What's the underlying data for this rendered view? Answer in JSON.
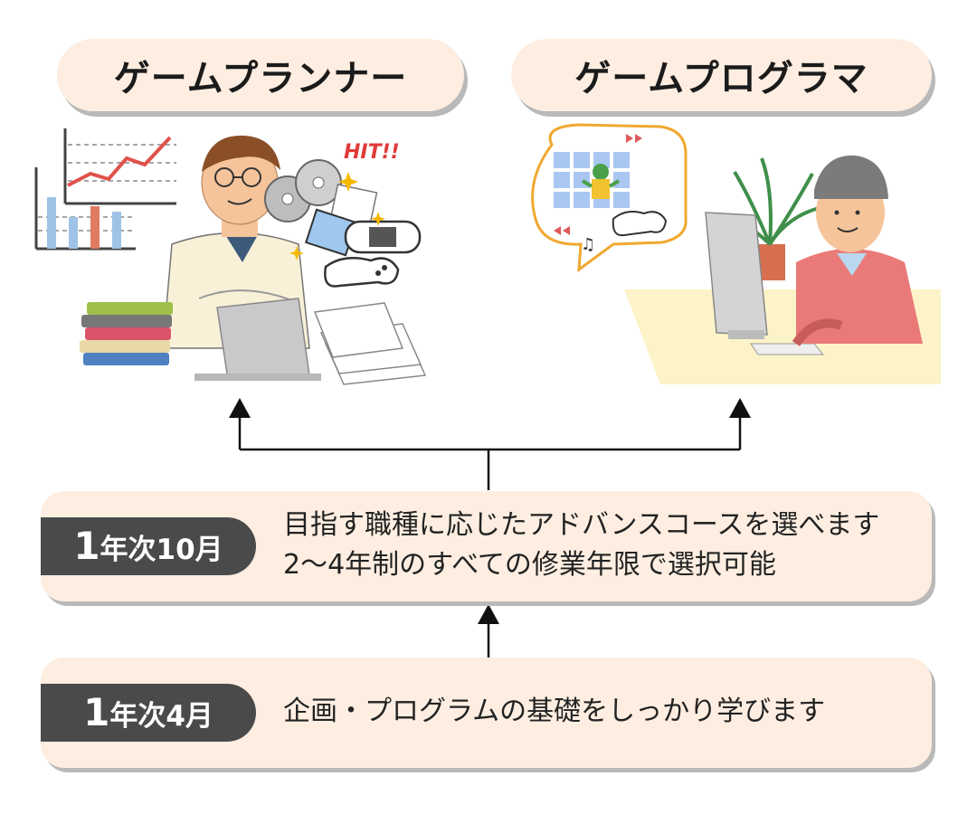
{
  "careers": {
    "left_title": "ゲームプランナー",
    "right_title": "ゲームプログラマ"
  },
  "illustration": {
    "hit_label": "HIT!!"
  },
  "stages": {
    "advance": {
      "tag_num": "1",
      "tag_rest": "年次10月",
      "line1": "目指す職種に応じたアドバンスコースを選べます",
      "line2": "2〜4年制のすべての修業年限で選択可能"
    },
    "basic": {
      "tag_num": "1",
      "tag_rest": "年次4月",
      "line1": "企画・プログラムの基礎をしっかり学びます"
    }
  },
  "colors": {
    "pill_bg": "#fdeee1",
    "tag_bg": "#4a4a4a",
    "shadow": "#b9b9b9",
    "arrow": "#111111"
  }
}
